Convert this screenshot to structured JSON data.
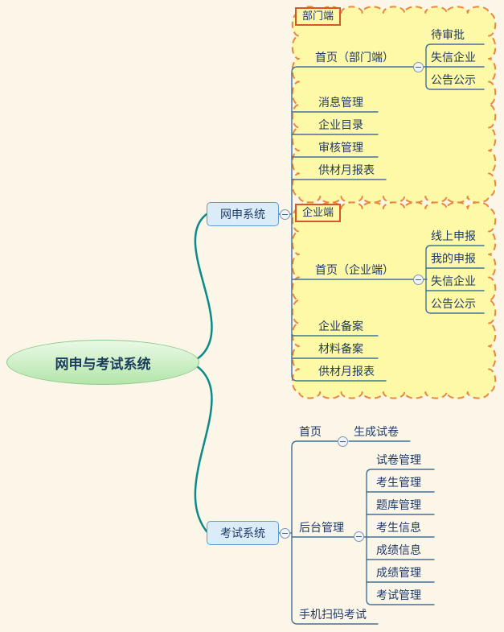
{
  "root": {
    "label": "网申与考试系统"
  },
  "branches": [
    {
      "label": "网申系统",
      "groups": [
        {
          "label": "部门端",
          "topics": [
            {
              "label": "首页（部门端）",
              "children": [
                {
                  "label": "待审批"
                },
                {
                  "label": "失信企业"
                },
                {
                  "label": "公告公示"
                }
              ]
            },
            {
              "label": "消息管理"
            },
            {
              "label": "企业目录"
            },
            {
              "label": "审核管理"
            },
            {
              "label": "供材月报表"
            }
          ]
        },
        {
          "label": "企业端",
          "topics": [
            {
              "label": "首页（企业端）",
              "children": [
                {
                  "label": "线上申报"
                },
                {
                  "label": "我的申报"
                },
                {
                  "label": "失信企业"
                },
                {
                  "label": "公告公示"
                }
              ]
            },
            {
              "label": "企业备案"
            },
            {
              "label": "材料备案"
            },
            {
              "label": "供材月报表"
            }
          ]
        }
      ]
    },
    {
      "label": "考试系统",
      "topics": [
        {
          "label": "首页",
          "children": [
            {
              "label": "生成试卷"
            }
          ]
        },
        {
          "label": "后台管理",
          "children": [
            {
              "label": "试卷管理"
            },
            {
              "label": "考生管理"
            },
            {
              "label": "题库管理"
            },
            {
              "label": "考生信息"
            },
            {
              "label": "成绩信息"
            },
            {
              "label": "成绩管理"
            },
            {
              "label": "考试管理"
            }
          ]
        },
        {
          "label": "手机扫码考试"
        }
      ]
    }
  ],
  "icons": {
    "collapse": "minus-circle-icon"
  },
  "colors": {
    "background": "#fbf6e8",
    "boundary_fill": "#fdf9a6",
    "boundary_border": "#e8883c",
    "boundary_label_border": "#d4582c",
    "main_topic_fill": "#daecf7",
    "main_topic_border": "#5b9bd5",
    "root_fill": "#b4e5aa",
    "root_border": "#8cc98c",
    "text": "#1f3a68",
    "branch_line": "#0d8989",
    "connector_line": "#40719c"
  }
}
